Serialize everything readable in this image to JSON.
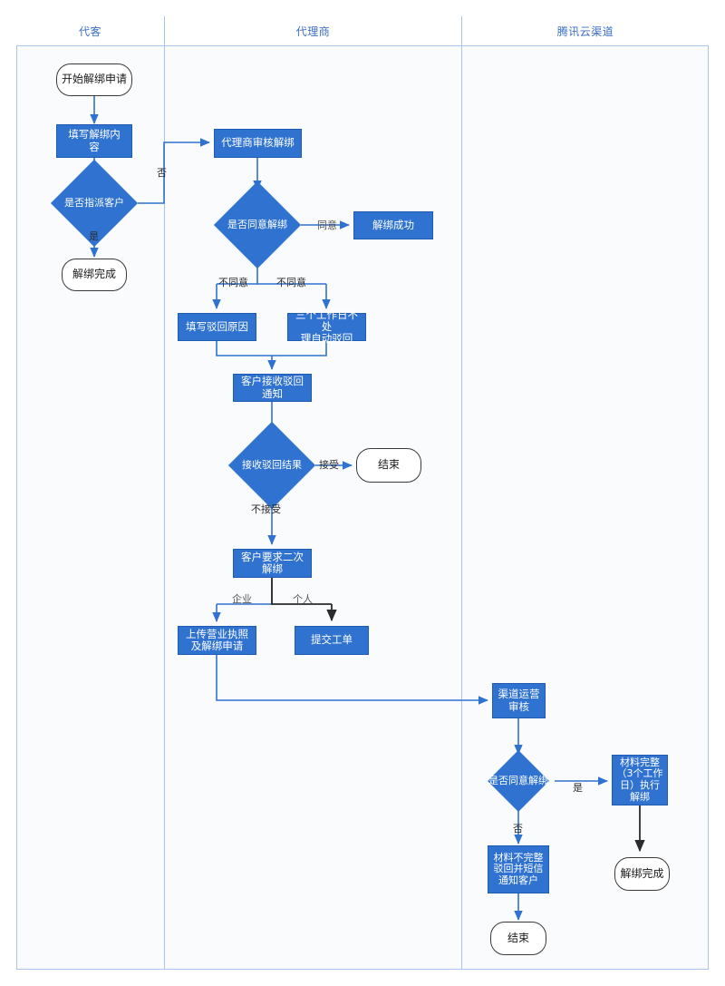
{
  "diagram": {
    "title_lanes": [
      "代客",
      "代理商",
      "腾讯云渠道"
    ],
    "colors": {
      "process_fill": "#2f72d0",
      "lane_border": "#aac4ea",
      "lane_title": "#3b6fc4",
      "connector_blue": "#2f72d0",
      "connector_dark": "#2b2b2b",
      "terminator_border": "#3a3a3a"
    },
    "lanes": [
      {
        "name": "代客",
        "nodes": [
          {
            "id": "start",
            "type": "terminator",
            "label": "开始解绑申请"
          },
          {
            "id": "fill-content",
            "type": "process",
            "label": "填写解绑内\n容"
          },
          {
            "id": "assign-customer",
            "type": "decision",
            "label": "是否指派客户"
          },
          {
            "id": "unbind-done-1",
            "type": "terminator",
            "label": "解绑完成"
          }
        ]
      },
      {
        "name": "代理商",
        "nodes": [
          {
            "id": "agent-review",
            "type": "process",
            "label": "代理商审核解绑"
          },
          {
            "id": "agree-unbind",
            "type": "decision",
            "label": "是否同意解绑"
          },
          {
            "id": "unbind-success",
            "type": "process",
            "label": "解绑成功"
          },
          {
            "id": "fill-reject-reason",
            "type": "process",
            "label": "填写驳回原因"
          },
          {
            "id": "auto-reject",
            "type": "process",
            "label": "三个工作日不处\n理自动驳回"
          },
          {
            "id": "customer-receive-reject",
            "type": "process",
            "label": "客户接收驳回\n通知"
          },
          {
            "id": "receive-result",
            "type": "decision",
            "label": "接收驳回结果"
          },
          {
            "id": "end-1",
            "type": "terminator",
            "label": "结束"
          },
          {
            "id": "second-unbind",
            "type": "process",
            "label": "客户要求二次\n解绑"
          },
          {
            "id": "upload-license",
            "type": "process",
            "label": "上传营业执照\n及解绑申请"
          },
          {
            "id": "submit-ticket",
            "type": "process",
            "label": "提交工单"
          }
        ]
      },
      {
        "name": "腾讯云渠道",
        "nodes": [
          {
            "id": "channel-ops-review",
            "type": "process",
            "label": "渠道运营\n审核"
          },
          {
            "id": "channel-agree-unbind",
            "type": "decision",
            "label": "是否同意解绑"
          },
          {
            "id": "material-complete",
            "type": "process",
            "label": "材料完整\n（3个工作\n日）执行\n解绑"
          },
          {
            "id": "unbind-done-2",
            "type": "terminator",
            "label": "解绑完成"
          },
          {
            "id": "material-incomplete",
            "type": "process",
            "label": "材料不完整\n驳回并短信\n通知客户"
          },
          {
            "id": "end-2",
            "type": "terminator",
            "label": "结束"
          }
        ]
      }
    ],
    "edge_labels": [
      {
        "id": "no-assign",
        "text": "否"
      },
      {
        "id": "yes-assign",
        "text": "是"
      },
      {
        "id": "agree",
        "text": "同意"
      },
      {
        "id": "disagree-left",
        "text": "不同意"
      },
      {
        "id": "disagree-right",
        "text": "不同意"
      },
      {
        "id": "accept",
        "text": "接受"
      },
      {
        "id": "not-accept",
        "text": "不接受"
      },
      {
        "id": "enterprise",
        "text": "企业"
      },
      {
        "id": "personal",
        "text": "个人"
      },
      {
        "id": "channel-yes",
        "text": "是"
      },
      {
        "id": "channel-no",
        "text": "否"
      }
    ]
  }
}
